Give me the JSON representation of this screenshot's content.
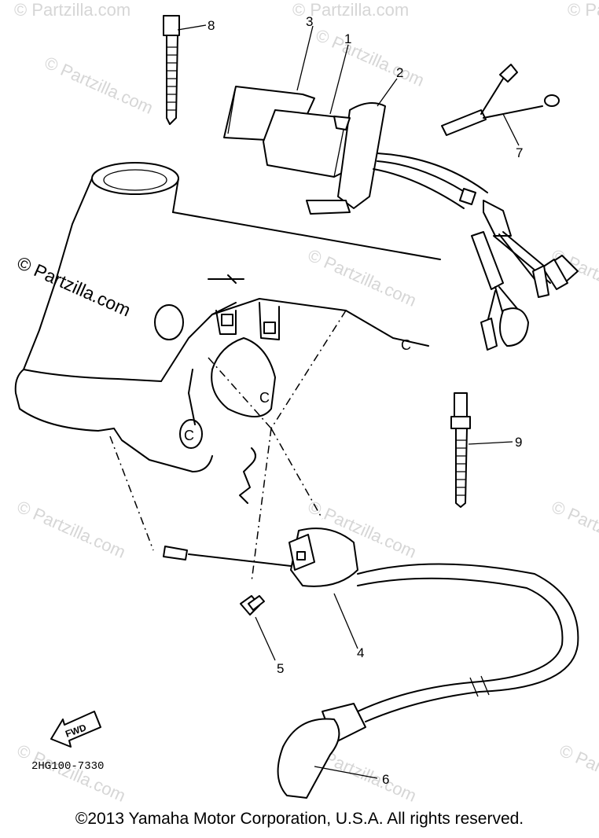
{
  "watermark": "© Partzilla.com",
  "callouts": [
    "1",
    "2",
    "3",
    "4",
    "5",
    "6",
    "7",
    "8",
    "9"
  ],
  "fwd_label": "FWD",
  "diagram_number": "2HG100-7330",
  "frame_letter": "C",
  "copyright": "©2013  Yamaha Motor Corporation, U.S.A. All rights reserved."
}
